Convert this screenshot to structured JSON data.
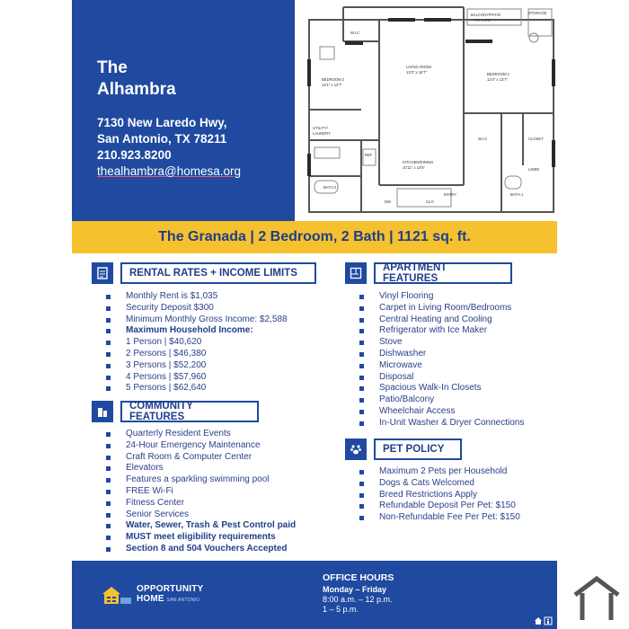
{
  "property": {
    "name_line1": "The",
    "name_line2": "Alhambra",
    "address_line1": "7130 New Laredo Hwy,",
    "address_line2": "San Antonio, TX 78211",
    "phone": "210.923.8200",
    "email": "thealhambra@homesa.org"
  },
  "floorplan": {
    "rooms": {
      "wic_top": "W.I.C",
      "balcony": "BALCONY/PATIO",
      "balcony_size": "7'4\" x 5'6\"",
      "storage": "STORAGE",
      "living": "LIVING ROOM",
      "living_size": "12'0\" x 16'7\"",
      "bedroom2": "BEDROOM 2",
      "bedroom2_size": "12'1\" x 12'7\"",
      "bedroom1": "BEDROOM 1",
      "bedroom1_size": "12'4\" x 13'7\"",
      "utility1": "UTILITY/",
      "utility2": "LAUNDRY",
      "ref": "REF",
      "kitchen": "KITCHEN/DINING",
      "kitchen_size": "10'11\" x 14'5\"",
      "wic_right": "W.I.C",
      "closet": "CLOSET",
      "linen": "LINEN",
      "bath2": "BATH 2",
      "bath1": "BATH 1",
      "entry": "ENTRY",
      "dw": "DW",
      "clo": "CLO"
    }
  },
  "title_band": "The Granada | 2 Bedroom, 2 Bath | 1121 sq. ft.",
  "rental": {
    "title": "RENTAL RATES + INCOME LIMITS",
    "items": [
      "Monthly Rent is $1,035",
      "Security Deposit $300",
      "Minimum Monthly Gross Income: $2,588",
      "Maximum Household Income:",
      "1 Person | $40,620",
      "2 Persons | $46,380",
      "3 Persons | $52,200",
      "4 Persons | $57,960",
      "5 Persons | $62,640"
    ]
  },
  "community": {
    "title": "COMMUNITY FEATURES",
    "items": [
      "Quarterly Resident Events",
      "24-Hour Emergency Maintenance",
      "Craft Room & Computer Center",
      "Elevators",
      "Features a sparkling swimming pool",
      "FREE Wi-Fi",
      "Fitness Center",
      "Senior Services",
      "Water, Sewer, Trash & Pest Control paid",
      "MUST meet eligibility requirements",
      "Section 8 and 504 Vouchers Accepted"
    ]
  },
  "apartment": {
    "title": "APARTMENT FEATURES",
    "items": [
      "Vinyl Flooring",
      "Carpet in Living Room/Bedrooms",
      "Central Heating and Cooling",
      "Refrigerator with Ice Maker",
      "Stove",
      "Dishwasher",
      "Microwave",
      "Disposal",
      "Spacious Walk-In Closets",
      "Patio/Balcony",
      "Wheelchair Access",
      "In-Unit Washer & Dryer Connections"
    ]
  },
  "pets": {
    "title": "PET POLICY",
    "items": [
      "Maximum 2 Pets per Household",
      "Dogs & Cats Welcomed",
      "Breed Restrictions Apply",
      "Refundable Deposit Per Pet: $150",
      "Non-Refundable Fee Per Pet: $150"
    ]
  },
  "footer": {
    "logo_line1": "OPPORTUNITY",
    "logo_line2": "HOME",
    "logo_sub": "SAN ANTONIO",
    "hours_title": "OFFICE HOURS",
    "hours_days": "Monday – Friday",
    "hours_morning": "8:00 a.m. – 12 p.m.",
    "hours_afternoon": "1 – 5 p.m."
  },
  "colors": {
    "brand_blue": "#1f4aa0",
    "accent_yellow": "#f6c12e"
  }
}
